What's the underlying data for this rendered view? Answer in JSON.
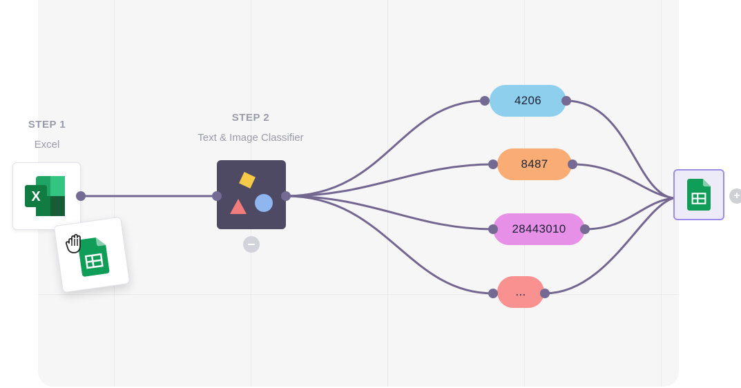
{
  "canvas": {
    "background_color": "#f6f6f6",
    "grid_color": "#eaeaea",
    "edge_color": "#736791"
  },
  "step1": {
    "title": "STEP 1",
    "subtitle": "Excel",
    "icon": "excel-icon",
    "port_color": "#756a93"
  },
  "step2": {
    "title": "STEP 2",
    "subtitle": "Text & Image Classifier",
    "icon": "classifier-shapes-icon",
    "node_color": "#4f4a63"
  },
  "dragging_card": {
    "icon": "google-sheets-icon",
    "cursor_icon": "grab-hand-cursor-icon"
  },
  "outputs": [
    {
      "label": "4206",
      "color": "#8ecfee"
    },
    {
      "label": "8487",
      "color": "#f9ad74"
    },
    {
      "label": "28443010",
      "color": "#e690e8"
    },
    {
      "label": "...",
      "color": "#f99191"
    }
  ],
  "destination": {
    "icon": "google-sheets-icon",
    "border_color": "#9d8be8",
    "background_color": "#ecebf7"
  },
  "controls": {
    "remove_icon": "minus-icon",
    "add_icon": "plus-icon",
    "add_label": "+"
  }
}
